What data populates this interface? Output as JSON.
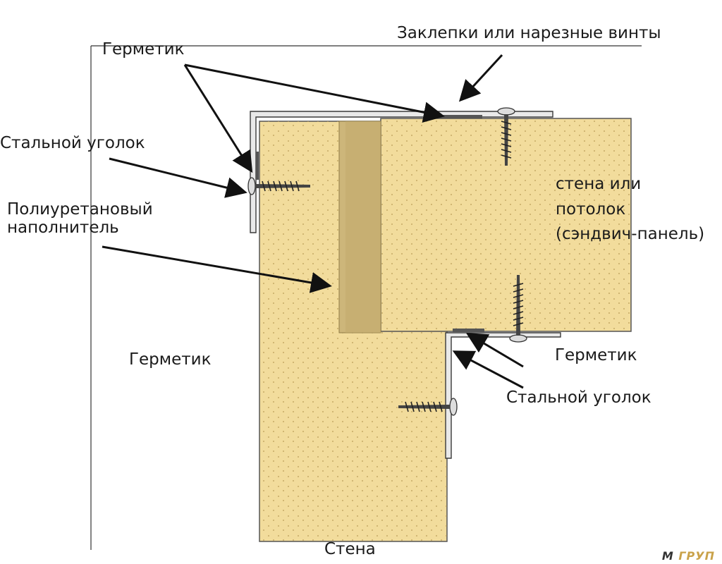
{
  "labels": {
    "sealant_top": "Герметик",
    "rivets": "Заклепки или нарезные винты",
    "steel_angle_left": "Стальной уголок",
    "polyurethane_line1": "Полиуретановый",
    "polyurethane_line2": "наполнитель",
    "wall_or_ceiling_line1": "стена или",
    "wall_or_ceiling_line2": "потолок",
    "wall_or_ceiling_line3": "(сэндвич-панель)",
    "sealant_left": "Герметик",
    "sealant_right": "Герметик",
    "steel_angle_right": "Стальной уголок",
    "wall": "Стена"
  },
  "logo": {
    "mark": "M",
    "text": "ГРУП"
  },
  "colors": {
    "panel_fill": "#f2dc9c",
    "insert_fill": "#cdb67a",
    "outline": "#3a3a3a",
    "arrow": "#111111"
  }
}
